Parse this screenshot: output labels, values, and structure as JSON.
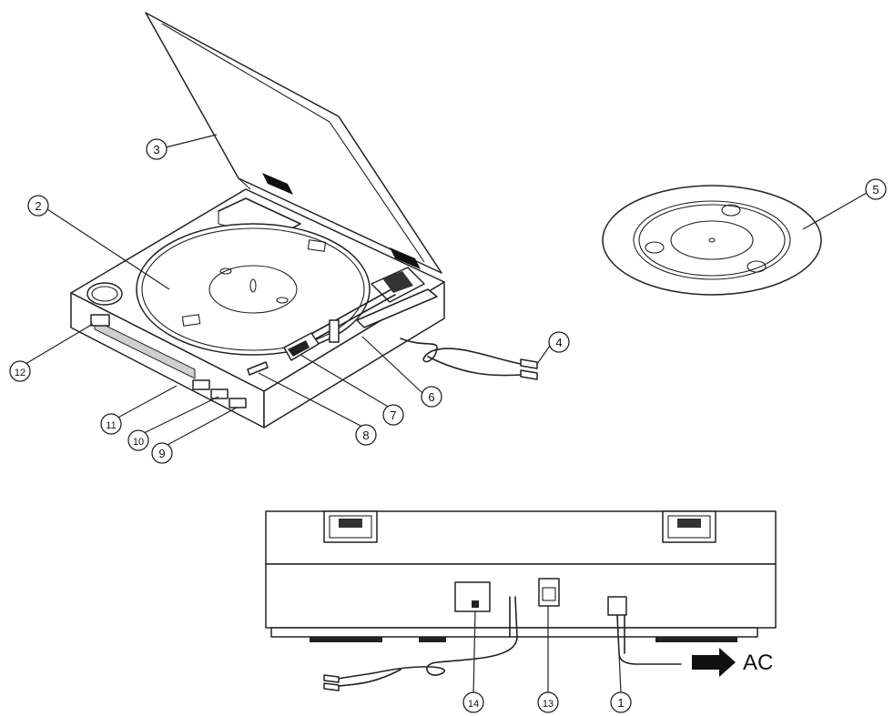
{
  "callouts": {
    "c1": "1",
    "c2": "2",
    "c3": "3",
    "c4": "4",
    "c5": "5",
    "c6": "6",
    "c7": "7",
    "c8": "8",
    "c9": "9",
    "c10": "10",
    "c11": "11",
    "c12": "12",
    "c13": "13",
    "c14": "14"
  },
  "ac_label": "AC"
}
